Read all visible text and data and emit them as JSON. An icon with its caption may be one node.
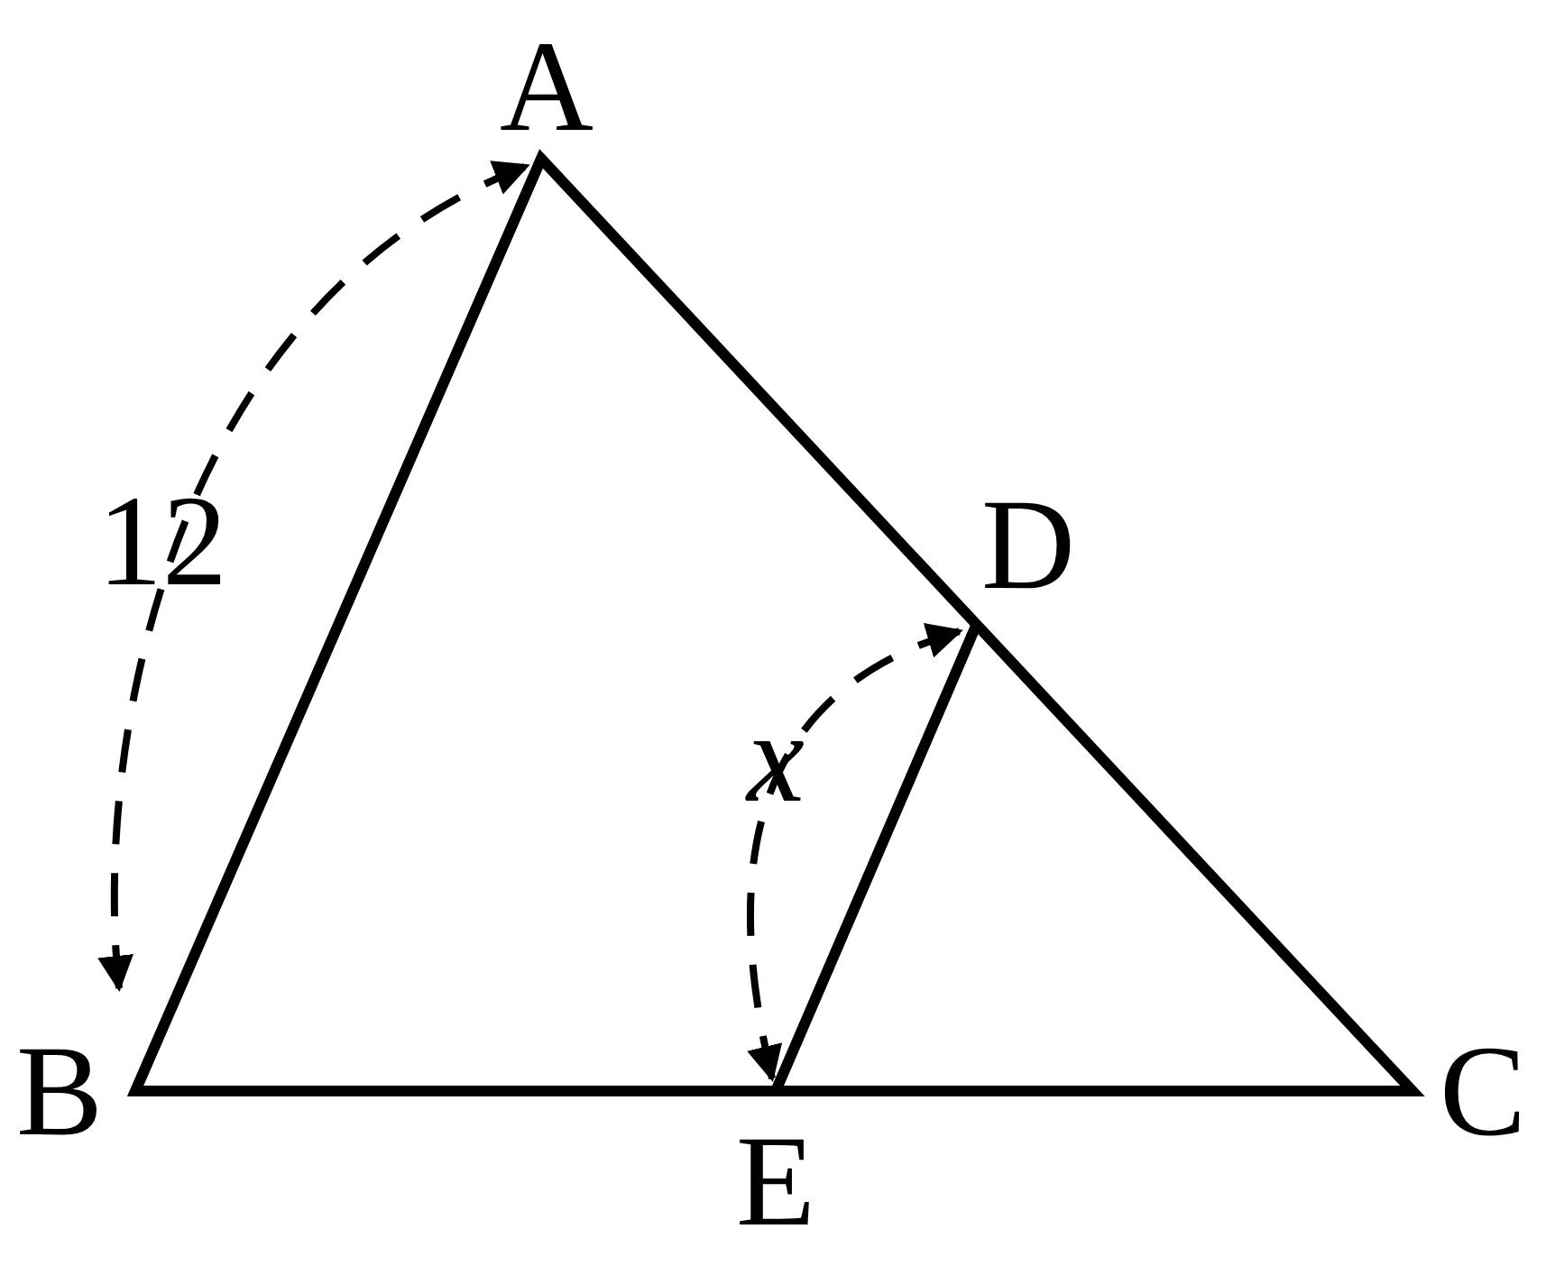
{
  "diagram": {
    "labels": [
      "A",
      "12",
      "D",
      "x",
      "B",
      "E",
      "C"
    ]
  }
}
